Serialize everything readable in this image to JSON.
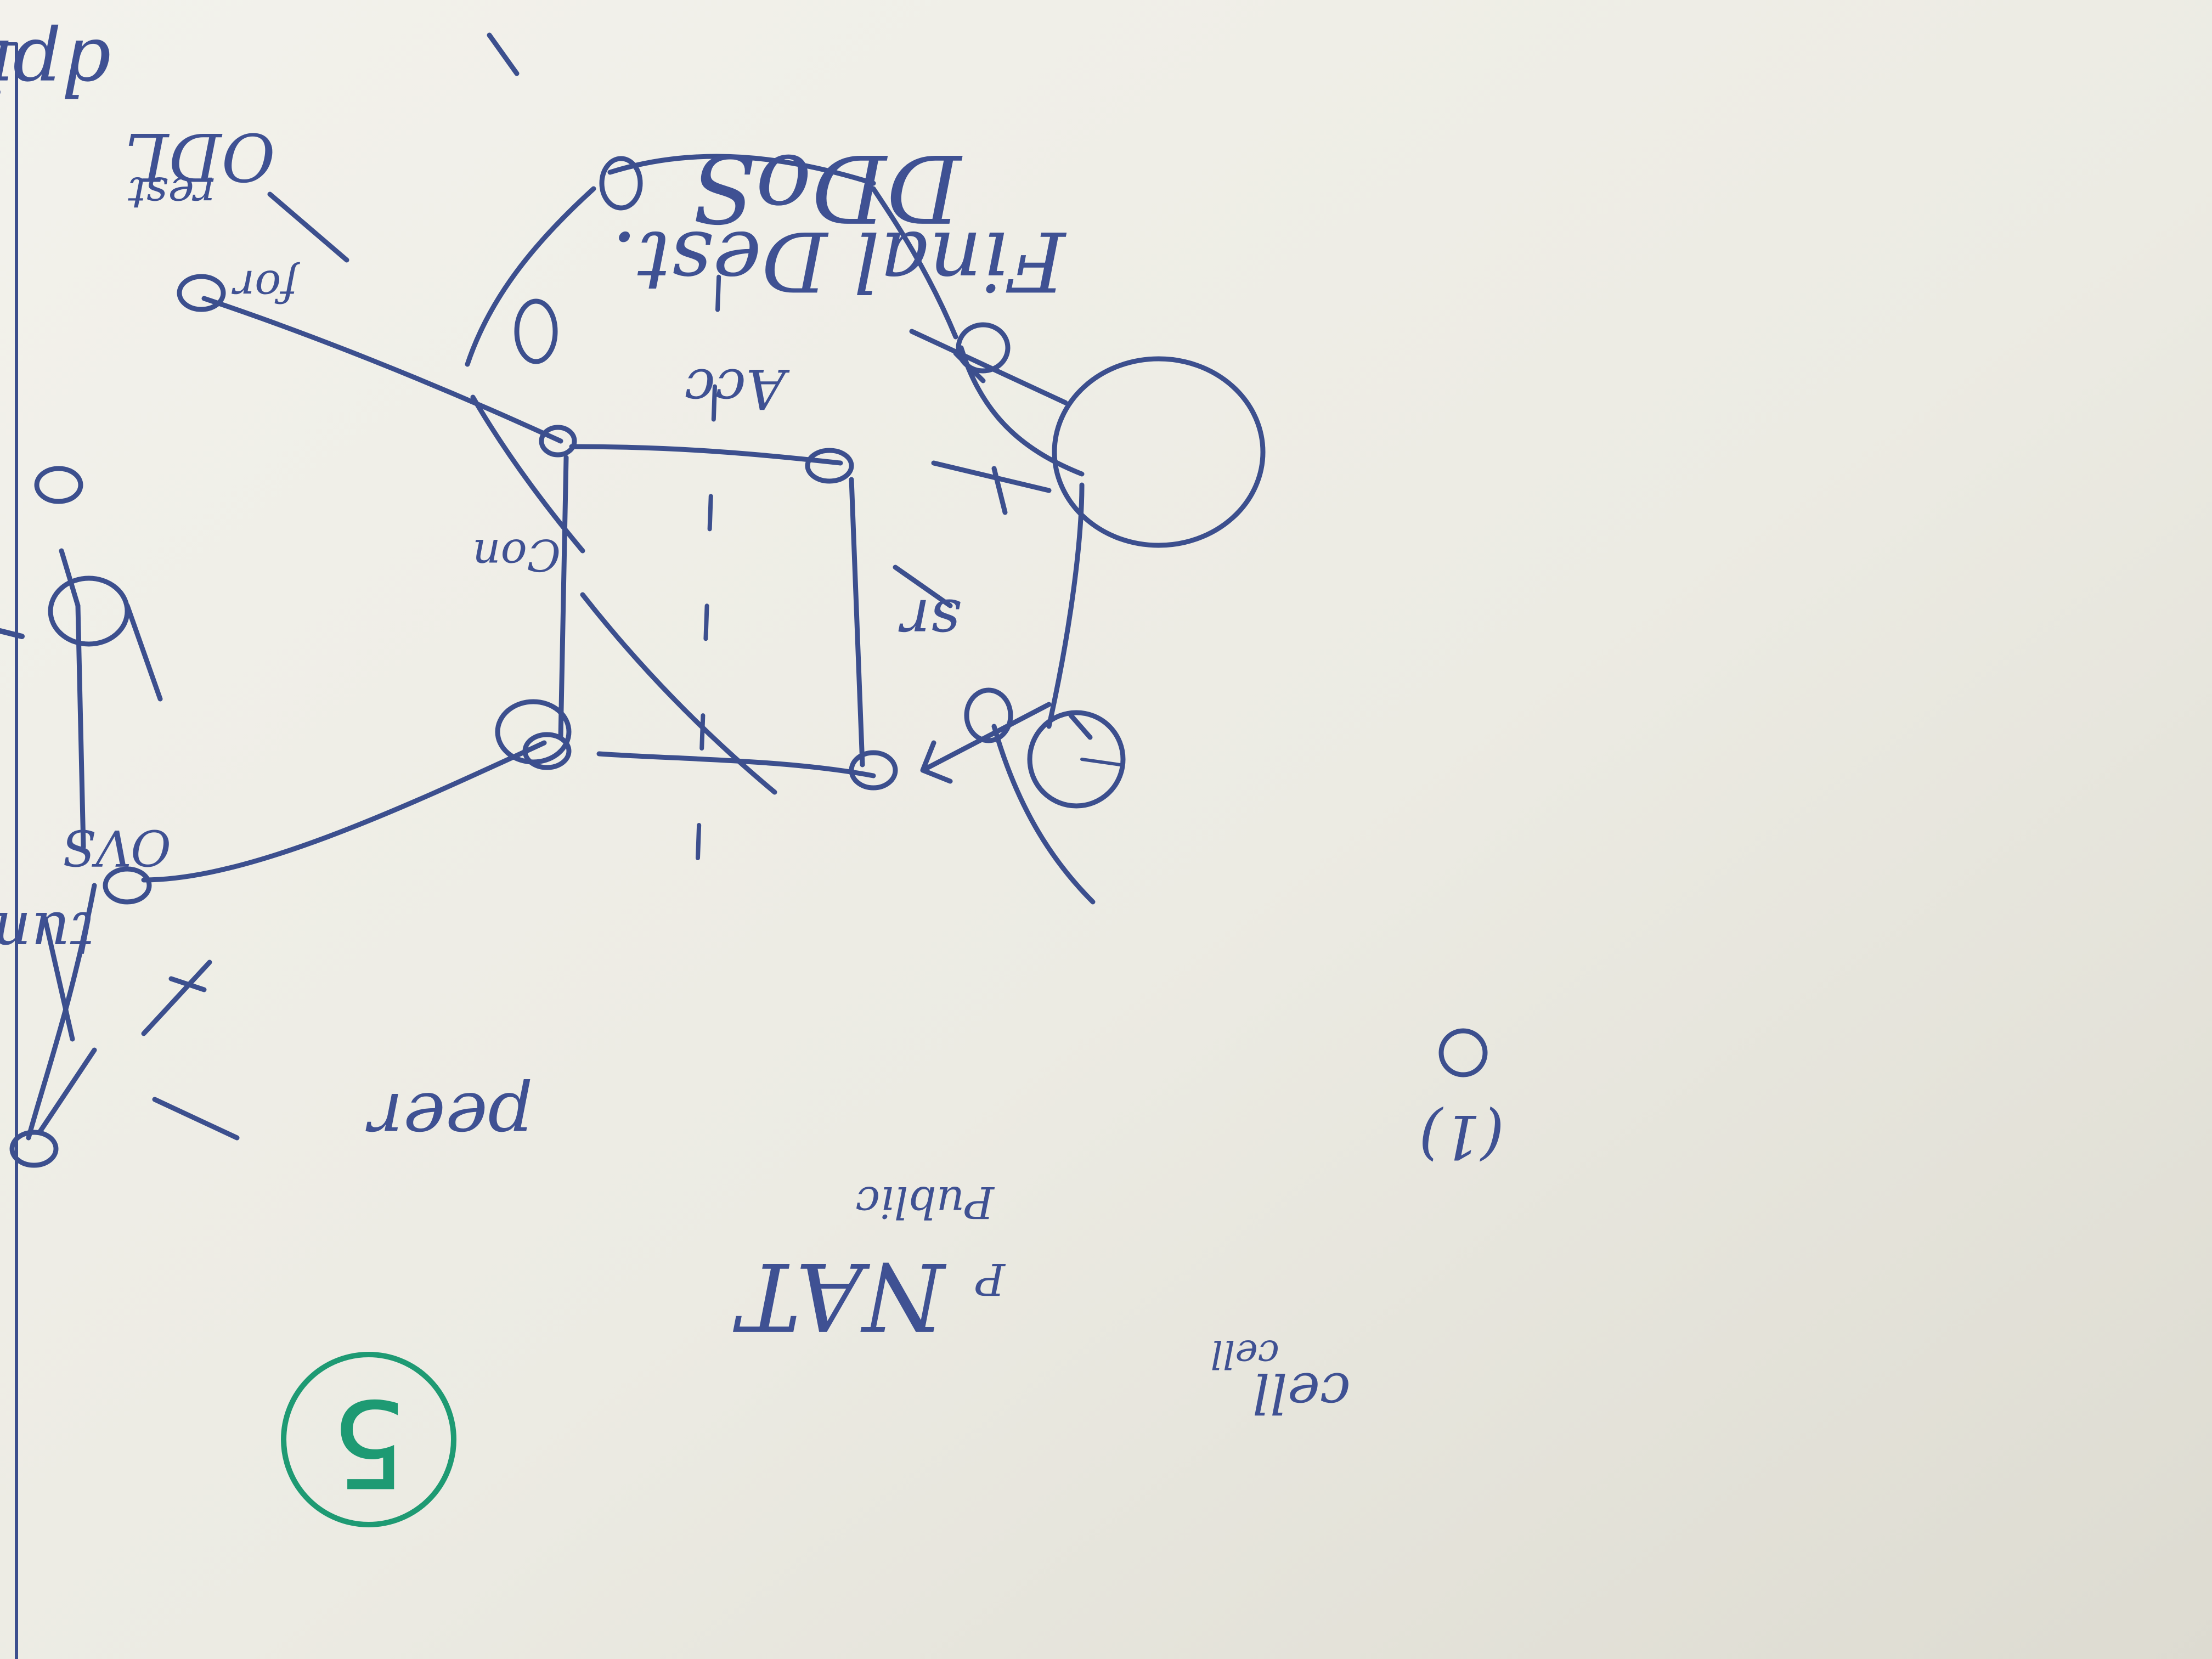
{
  "photo": {
    "subject": "whiteboard-sketch",
    "paper_color": "#ecebe4",
    "ink_color": "#3c4f8e",
    "marker_color": "#1e9a73",
    "orientation": "upside-down",
    "page_number": "5"
  },
  "handwriting": {
    "title_1": "DDoS",
    "title_2": "Final Dest.",
    "dpi": "dpi",
    "odl": "ODL",
    "rest": "rest",
    "for": "for",
    "acc": "Acc",
    "con": "Con",
    "sr": "sr",
    "ovs": "OVS",
    "tunnel": "tunnel",
    "peer": "peer",
    "nat": "NAT",
    "public": "Public",
    "p": "P",
    "cell_1": "cell",
    "cell_2": "cell",
    "ring_label": "(1)"
  }
}
